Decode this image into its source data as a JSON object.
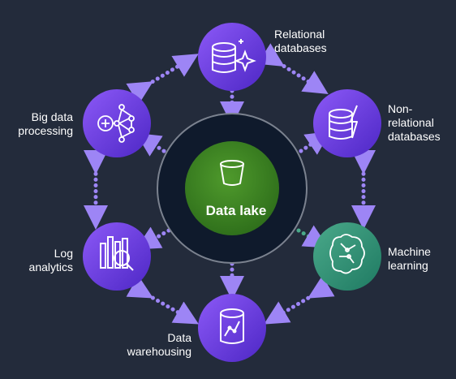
{
  "center": {
    "label": "Data lake",
    "icon": "bucket-icon"
  },
  "nodes": [
    {
      "id": "relational",
      "label": "Relational\ndatabases",
      "icon": "database-sparkle-icon"
    },
    {
      "id": "nonrelational",
      "label": "Non-\nrelational\ndatabases",
      "icon": "database-lightning-icon"
    },
    {
      "id": "ml",
      "label": "Machine\nlearning",
      "icon": "brain-circuit-icon"
    },
    {
      "id": "warehousing",
      "label": "Data\nwarehousing",
      "icon": "data-warehouse-chart-icon"
    },
    {
      "id": "log",
      "label": "Log\nanalytics",
      "icon": "log-analytics-icon"
    },
    {
      "id": "bigdata",
      "label": "Big data\nprocessing",
      "icon": "big-data-network-icon"
    }
  ],
  "colors": {
    "background": "#232b3b",
    "ring": "#7b828f",
    "center_fill": "#0f1a2c",
    "lake_green": "#3f8624",
    "purple_light": "#8c59f7",
    "purple_dark": "#4d27c5",
    "teal_light": "#4aa98a",
    "teal_dark": "#1f7a62",
    "connector": "#b8a8f5"
  }
}
